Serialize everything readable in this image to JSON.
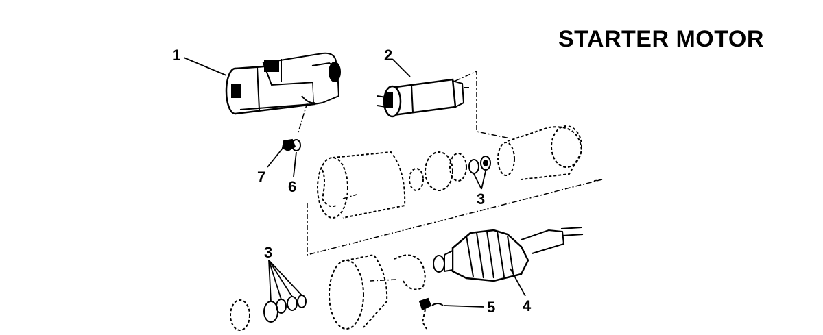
{
  "title": "STARTER MOTOR",
  "callouts": {
    "c1": "1",
    "c2": "2",
    "c3a": "3",
    "c3b": "3",
    "c4": "4",
    "c5": "5",
    "c6": "6",
    "c7": "7"
  }
}
